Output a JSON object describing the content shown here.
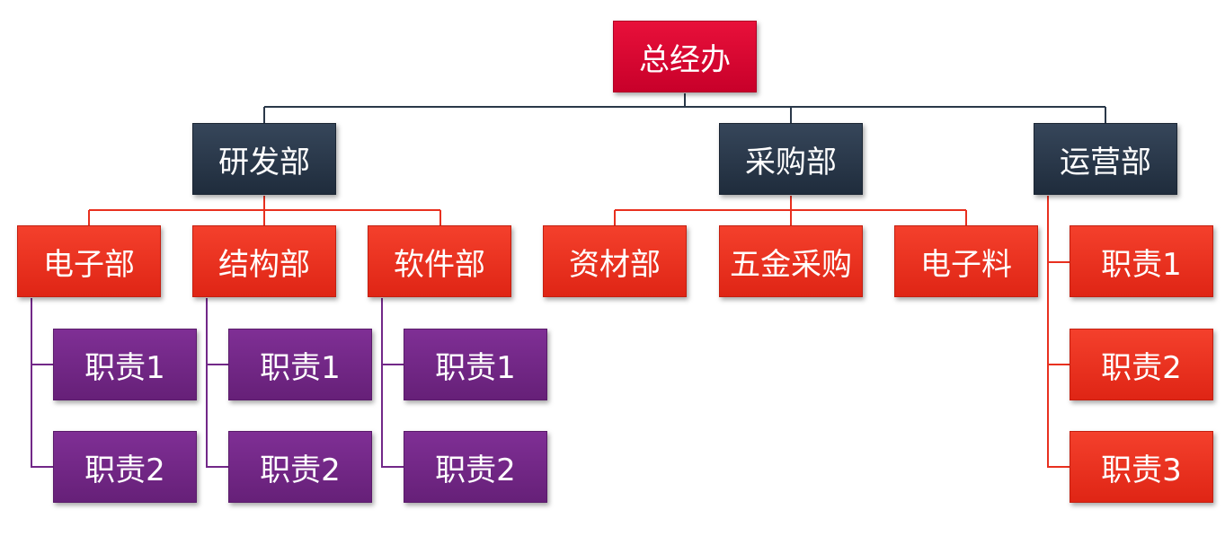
{
  "org_chart": {
    "root": {
      "label": "总经办"
    },
    "departments": [
      {
        "label": "研发部",
        "sub_units": [
          {
            "label": "电子部",
            "duties": [
              "职责1",
              "职责2"
            ]
          },
          {
            "label": "结构部",
            "duties": [
              "职责1",
              "职责2"
            ]
          },
          {
            "label": "软件部",
            "duties": [
              "职责1",
              "职责2"
            ]
          }
        ]
      },
      {
        "label": "采购部",
        "sub_units": [
          {
            "label": "资材部"
          },
          {
            "label": "五金采购"
          },
          {
            "label": "电子料"
          }
        ]
      },
      {
        "label": "运营部",
        "duties": [
          "职责1",
          "职责2",
          "职责3"
        ]
      }
    ]
  },
  "colors": {
    "root_fill": "#d80a33",
    "department_fill": "#2a3849",
    "unit_fill": "#e8301f",
    "duty_fill": "#722888",
    "connector_dark": "#2a3849",
    "connector_red": "#e8301f",
    "connector_purple": "#722888"
  }
}
